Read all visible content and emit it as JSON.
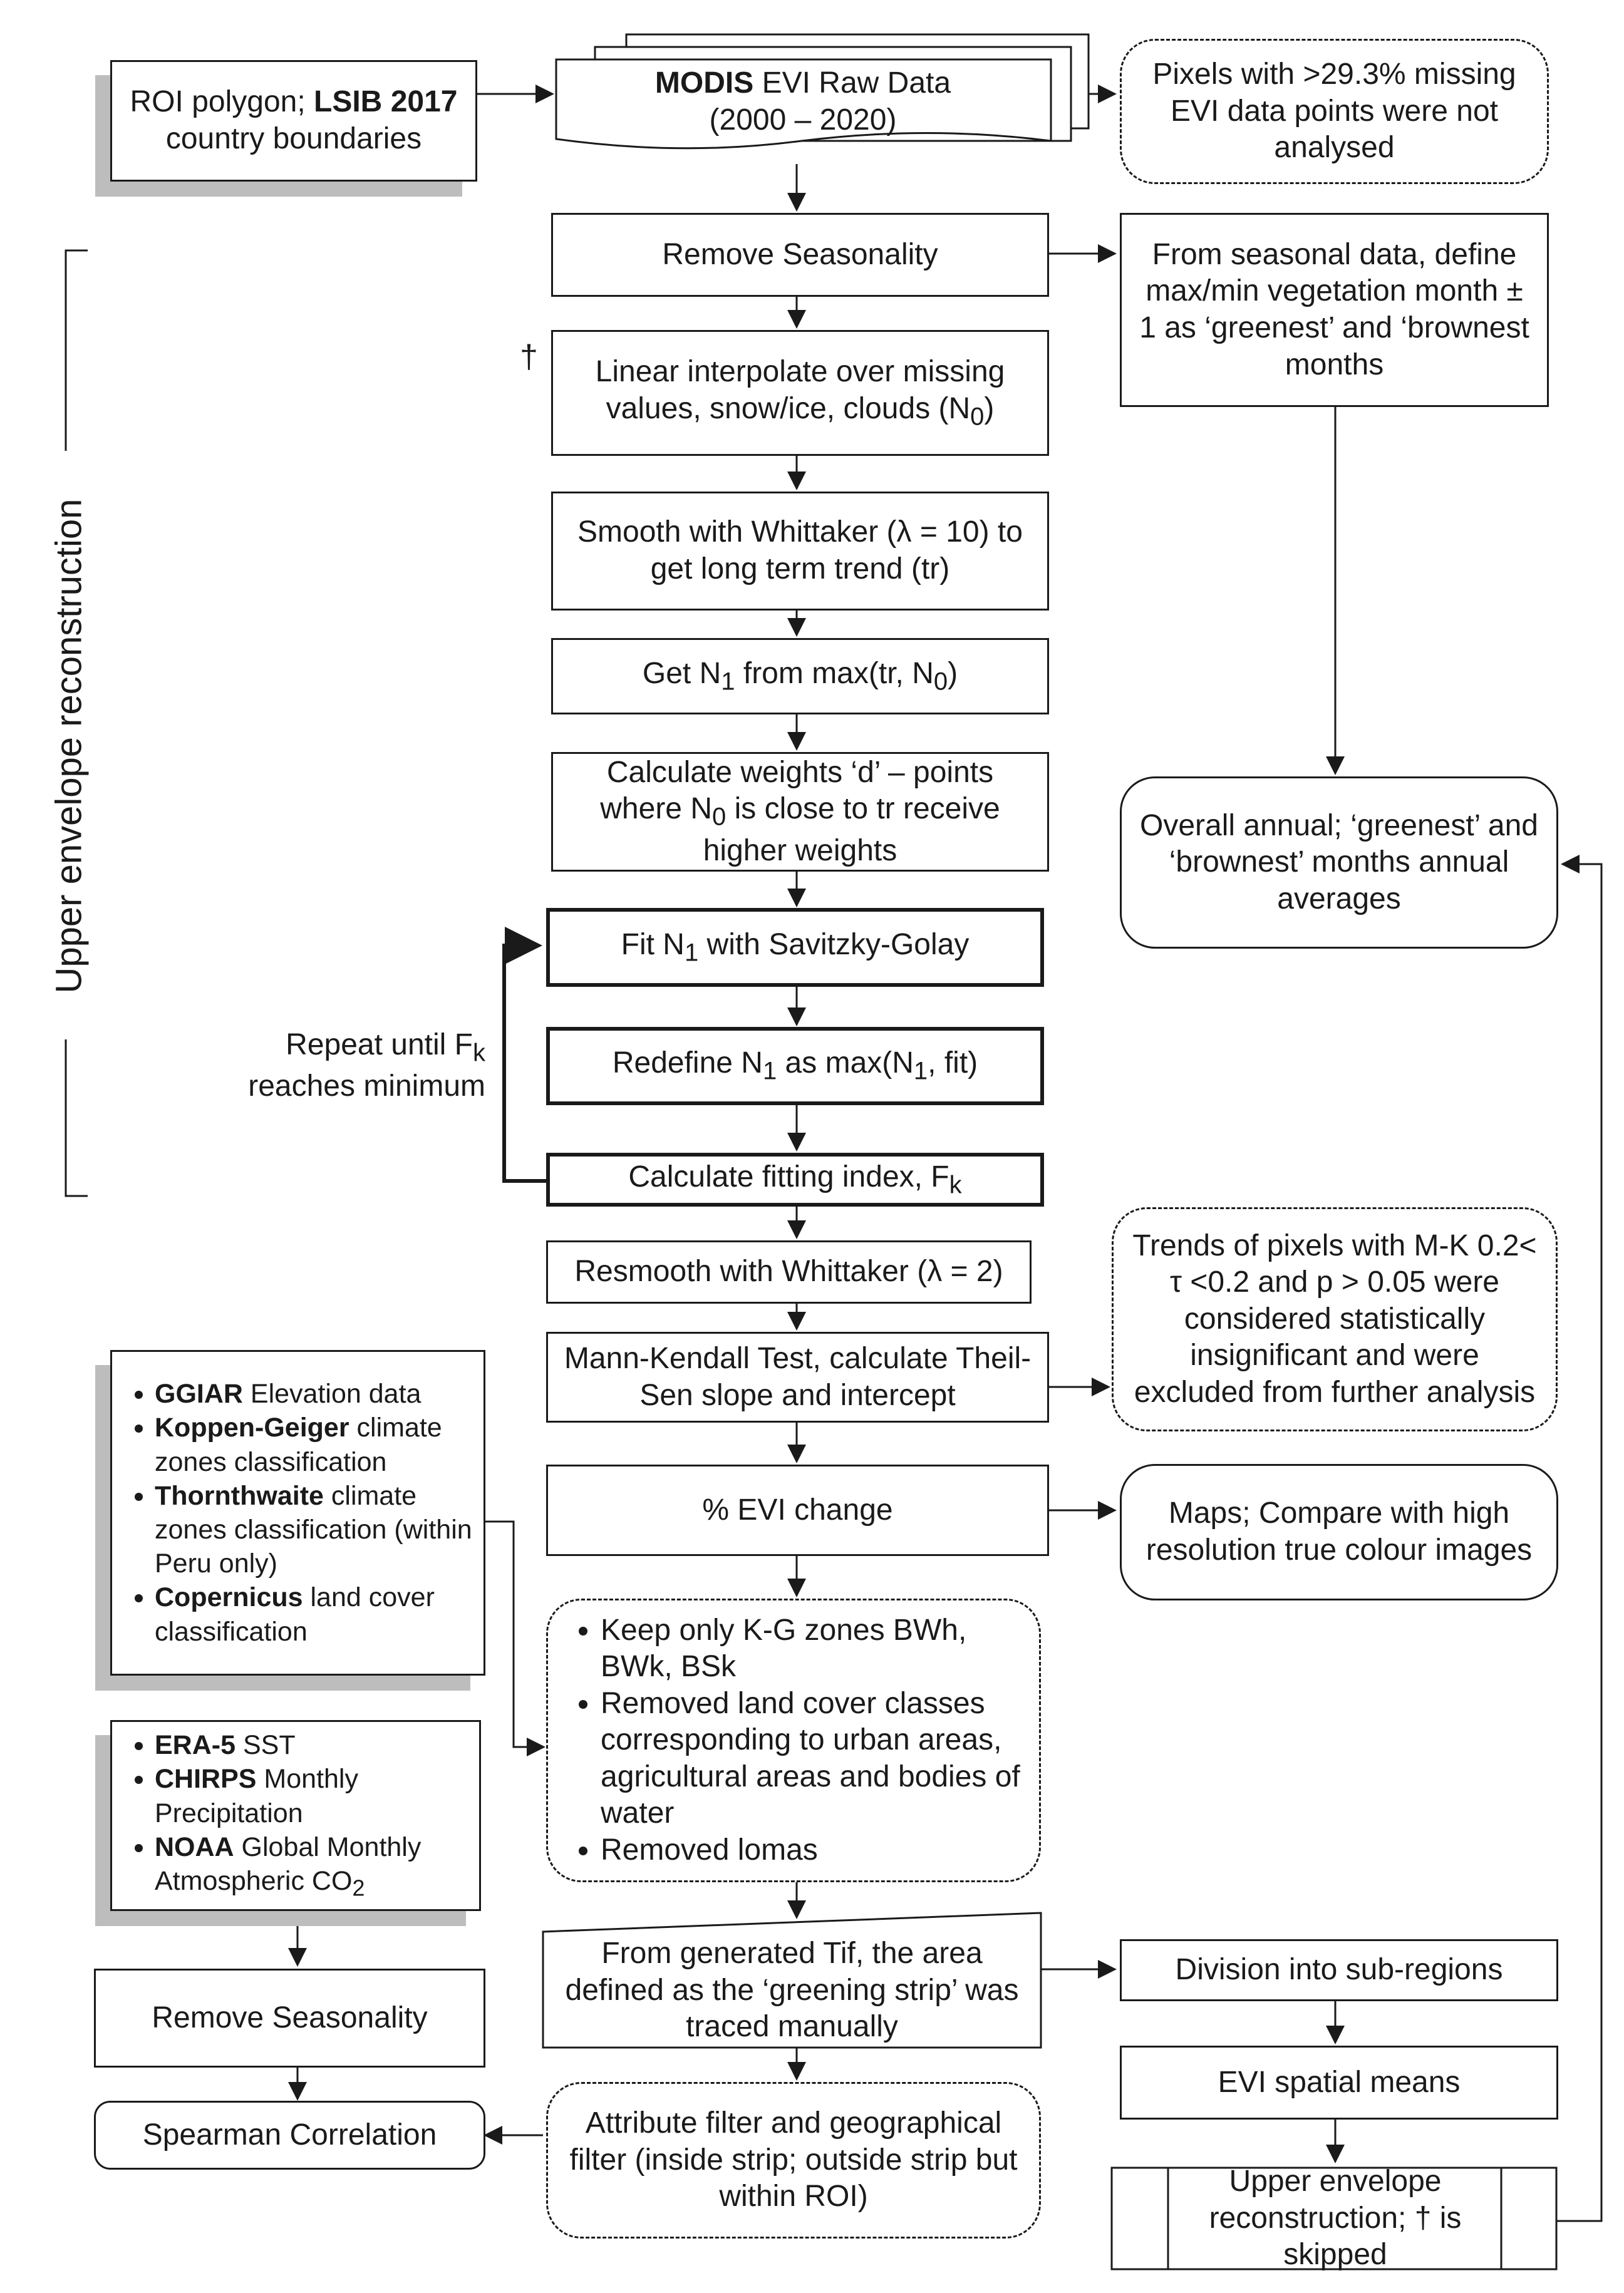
{
  "nodes": {
    "roi": {
      "pre": "ROI polygon; ",
      "b1": "LSIB",
      "b2": "2017",
      "post": " country boundaries"
    },
    "modis": {
      "b": "MODIS",
      "post": " EVI Raw Data",
      "line2": "(2000 – 2020)"
    },
    "pixels_missing": "Pixels with >29.3% missing EVI data points were not analysed",
    "remove_seasonality_1": "Remove Seasonality",
    "seasonal_months": "From seasonal data, define max/min vegetation month ± 1 as ‘greenest’ and ‘brownest months",
    "linear_interp": {
      "text": "Linear interpolate over missing values, snow/ice, clouds (N",
      "sub": "0",
      "end": ")"
    },
    "whittaker_10": "Smooth with Whittaker (λ = 10) to get long term trend (tr)",
    "get_n1": {
      "pre": "Get N",
      "sub": "1",
      "mid": " from max(tr, N",
      "sub2": "0",
      "end": ")"
    },
    "weights": {
      "pre": "Calculate weights ‘d’ – points where N",
      "sub": "0",
      "post": " is close to tr receive higher weights"
    },
    "annual": "Overall annual; ‘greenest’ and ‘brownest’ months annual averages",
    "fit_sg": {
      "pre": "Fit N",
      "sub": "1",
      "post": " with Savitzky-Golay"
    },
    "redefine": {
      "pre": "Redefine N",
      "sub": "1",
      "mid": " as max(N",
      "sub2": "1",
      "post": ", fit)"
    },
    "fitting_index": {
      "pre": "Calculate fitting index, F",
      "sub": "k"
    },
    "repeat": {
      "pre": "Repeat until F",
      "sub": "k",
      "post": "reaches minimum"
    },
    "resmooth": "Resmooth with Whittaker (λ = 2)",
    "mk_excluded": "Trends of pixels with M-K 0.2< τ <0.2 and p > 0.05 were considered statistically insignificant and were excluded from further analysis",
    "mann_kendall": "Mann-Kendall Test, calculate Theil-Sen slope and intercept",
    "evi_change": "% EVI change",
    "maps": "Maps; Compare with high resolution true colour images",
    "datasets1": [
      {
        "b": "GGIAR",
        "t": " Elevation data"
      },
      {
        "b": "Koppen-Geiger",
        "t": " climate zones classification"
      },
      {
        "b": "Thornthwaite",
        "t": " climate zones classification (within Peru only)"
      },
      {
        "b": "Copernicus",
        "t": " land cover classification"
      }
    ],
    "filters": [
      "Keep only K-G zones BWh, BWk, BSk",
      "Removed land cover classes corresponding to urban areas, agricultural areas and bodies of water",
      "Removed lomas"
    ],
    "datasets2": [
      {
        "b": "ERA-5",
        "t": " SST"
      },
      {
        "b": "CHIRPS",
        "t": " Monthly Precipitation"
      },
      {
        "b": "NOAA",
        "t": " Global Monthly Atmospheric CO",
        "sub": "2"
      }
    ],
    "greening_strip": "From generated Tif, the area defined as the ‘greening strip’ was traced manually",
    "subregions": "Division into sub-regions",
    "remove_seasonality_2": "Remove Seasonality",
    "evi_means": "EVI spatial means",
    "spearman": "Spearman Correlation",
    "attr_filter": "Attribute filter and geographical filter (inside strip; outside strip but within ROI)",
    "upper_env_proc": "Upper envelope reconstruction; † is skipped"
  },
  "side_label": "Upper envelope reconstruction",
  "dagger": "†"
}
